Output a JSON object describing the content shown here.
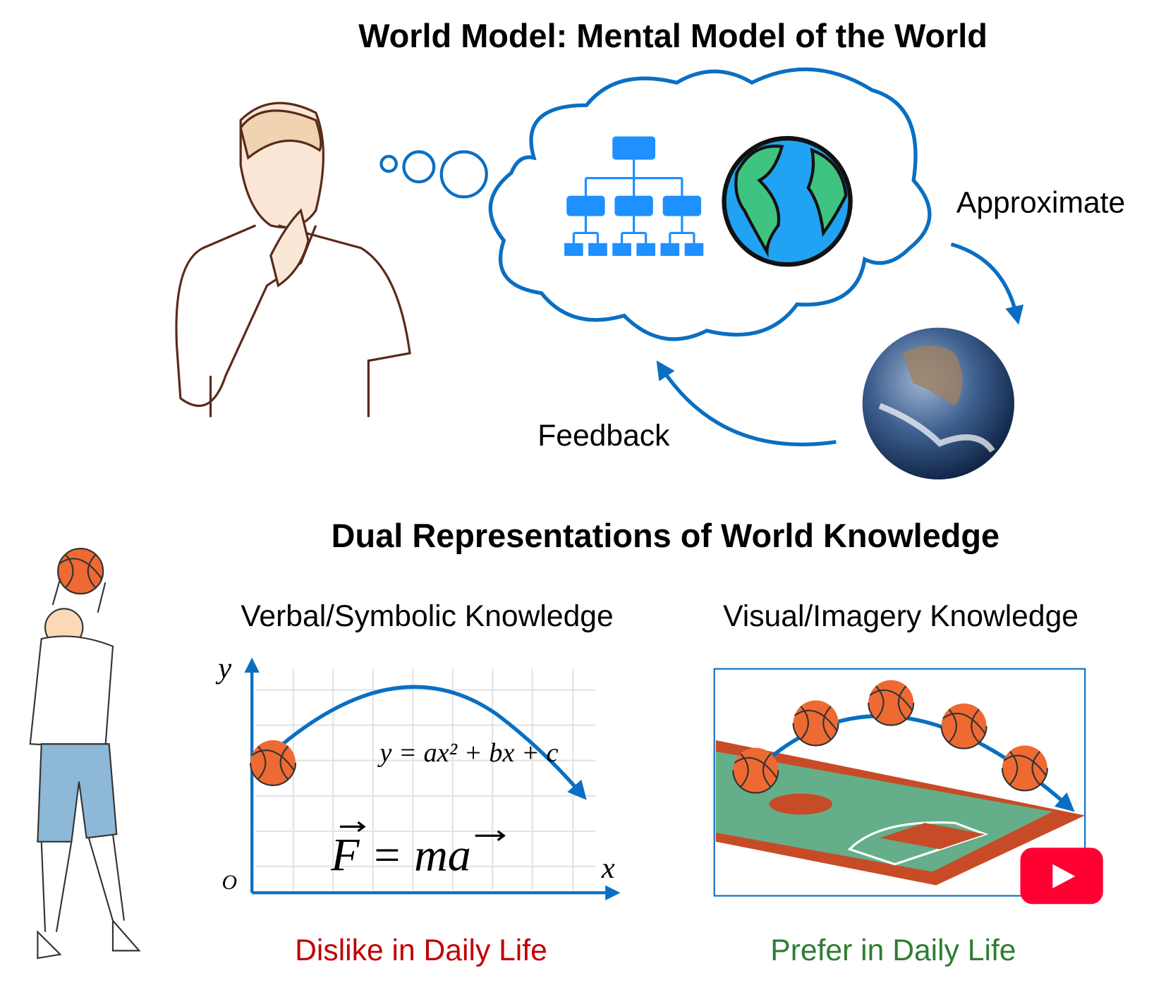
{
  "top": {
    "title": "World Model: Mental Model of the World",
    "approximate_label": "Approximate",
    "feedback_label": "Feedback"
  },
  "bottom": {
    "title": "Dual Representations of World Knowledge",
    "verbal": {
      "heading": "Verbal/Symbolic Knowledge",
      "axis_y": "y",
      "axis_x": "x",
      "origin": "O",
      "equation_parabola": "y = ax² + bx + c",
      "equation_newton": "F = ma",
      "verdict": "Dislike in Daily Life"
    },
    "visual": {
      "heading": "Visual/Imagery Knowledge",
      "verdict": "Prefer in Daily Life"
    }
  },
  "colors": {
    "blue": "#0A6FC2",
    "dislike": "#C00000",
    "prefer": "#2E7D32",
    "ball": "#EE6A32",
    "youtube": "#FF0033"
  }
}
